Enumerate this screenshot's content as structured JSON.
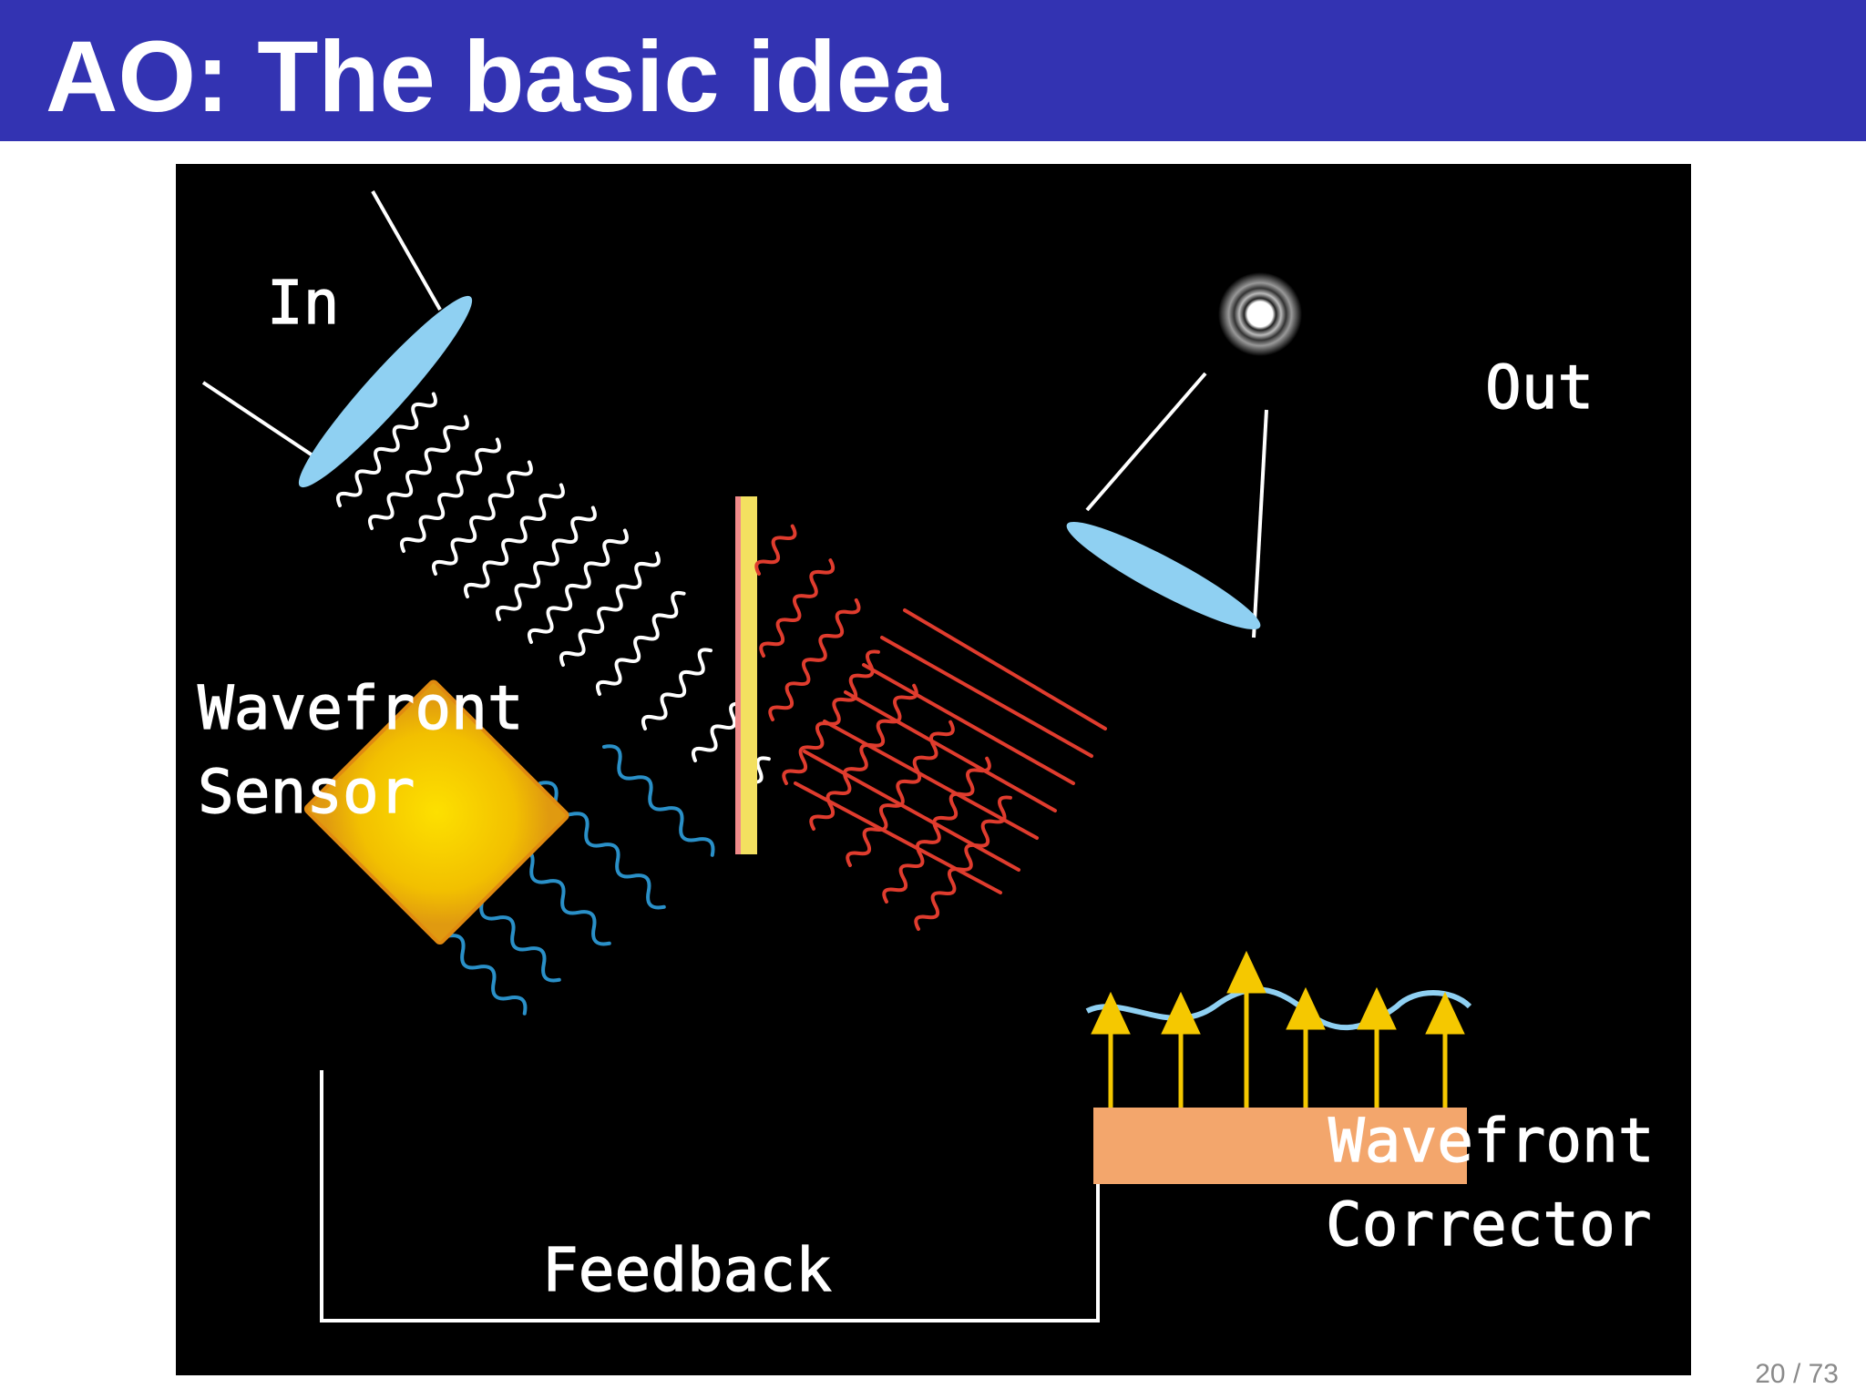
{
  "slide": {
    "title": "AO: The basic idea",
    "page_number": "20 / 73"
  },
  "diagram": {
    "labels": {
      "in": "In",
      "out": "Out",
      "wavefront_sensor_line1": "Wavefront",
      "wavefront_sensor_line2": "Sensor",
      "wavefront_corrector_line1": "Wavefront",
      "wavefront_corrector_line2": "Corrector",
      "feedback": "Feedback"
    },
    "colors": {
      "title_bar": "#3333b2",
      "background": "#000000",
      "incoming_wave": "#ffffff",
      "corrected_wave": "#e03c2e",
      "sensor_wave": "#2a90c8",
      "lens": "#8fd0f2",
      "sensor_box": "#f5c400",
      "corrector_base": "#f3a66c",
      "actuator_arrow": "#f5c800",
      "mirror_surface": "#8fd0f2"
    }
  }
}
